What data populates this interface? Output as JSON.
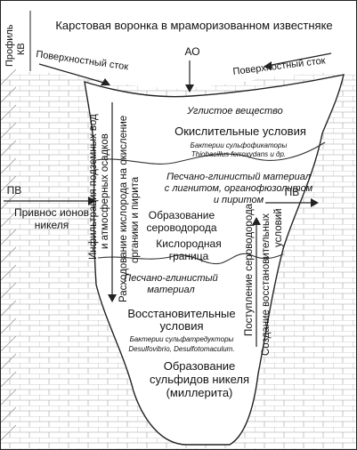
{
  "title": "Карстовая воронка в мраморизованном известняке",
  "side_label": {
    "line1": "Профиль",
    "line2": "КВ"
  },
  "labels": {
    "surface_runoff_left": "Поверхностный сток",
    "surface_runoff_right": "Поверхностный сток",
    "ao": "АО",
    "coal_matter": "Углистое вещество",
    "oxidizing_conditions": "Окислительные условия",
    "sulfur_oxidizing_bacteria": "Бактерии сульфофикаторы",
    "thiobacillus": "Thiobacillus ferroxydans и др.",
    "sand_clay_lignite_1": "Песчано-глинистый материал",
    "sand_clay_lignite_2": "с лигнитом, органофюзолитом",
    "sand_clay_lignite_3": "и пиритом",
    "pv_left": "ПВ",
    "pv_right": "ПВ",
    "nickel_ion_input_1": "Привнос ионов",
    "nickel_ion_input_2": "никеля",
    "h2s_formation_1": "Образование",
    "h2s_formation_2": "сероводорода",
    "oxygen_boundary_1": "Кислородная",
    "oxygen_boundary_2": "граница",
    "sand_clay_1": "Песчано-глинистый",
    "sand_clay_2": "материал",
    "reducing_conditions_1": "Восстановительные",
    "reducing_conditions_2": "условия",
    "sulfate_reducing_bacteria": "Бактерии сульфатредукторы",
    "desulfovibrio": "Desulfovibrio, Desulfotomaculum.",
    "nickel_sulfide_1": "Образование",
    "nickel_sulfide_2": "сульфидов никеля",
    "nickel_sulfide_3": "(миллерита)"
  },
  "vertical_labels": {
    "infiltration_1": "Инфильтрация подземных вод",
    "infiltration_2": "и атмосферных осадков",
    "oxygen_consumption_1": "Расходование кислорода на окисление",
    "oxygen_consumption_2": "органики и пирита",
    "h2s_input": "Поступление сероводорода",
    "reducing_creation_1": "Создание восстановительных",
    "reducing_creation_2": "условий"
  },
  "colors": {
    "rock_fill": "#ffffff",
    "line": "#222222",
    "brick": "#9a9a9a"
  }
}
